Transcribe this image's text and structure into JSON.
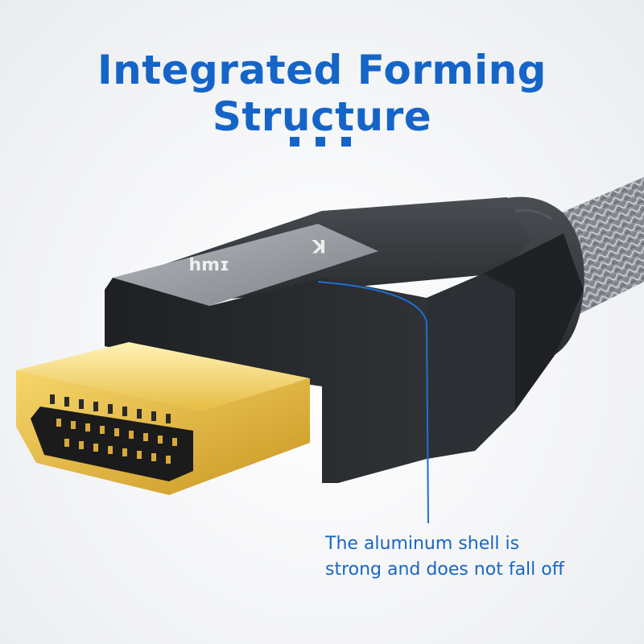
{
  "heading": {
    "title": "Integrated Forming Structure"
  },
  "callout": {
    "line1": "The aluminum shell is",
    "line2": "strong and does not fall off",
    "accent_color": "#1565c8"
  },
  "product": {
    "subject": "HDMI cable connector with braided cable",
    "icon": "hdmi-connector-icon",
    "colors": {
      "shell": "#2b2d31",
      "aluminum": "#9a9da3",
      "gold": "#e6b93a",
      "braid": "#8e9297"
    }
  }
}
